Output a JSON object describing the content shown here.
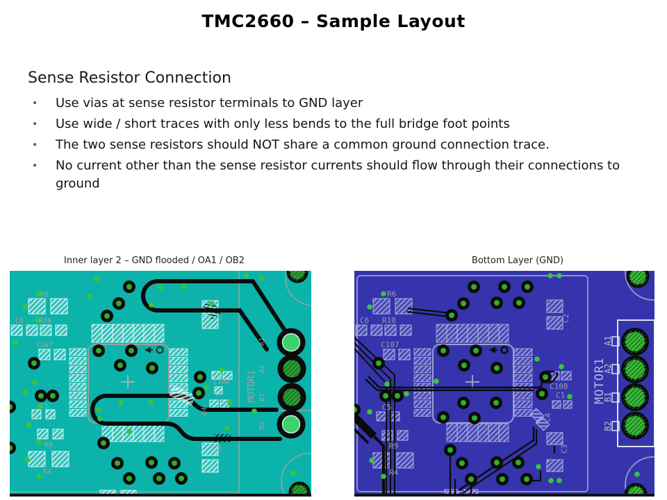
{
  "slide": {
    "title": "TMC2660 – Sample Layout",
    "heading": "Sense Resistor Connection",
    "bullet_glyph": "•",
    "bullets": [
      "Use vias at sense resistor terminals to GND layer",
      "Use wide / short traces with only less bends to the full bridge foot points",
      "The two sense resistors should NOT share a common ground connection trace.",
      "No current other than the sense resistor currents should flow through their connections to ground"
    ],
    "left_caption": "Inner layer 2 – GND flooded / OA1 / OB2",
    "right_caption": "Bottom Layer (GND)"
  },
  "pcb_labels": {
    "r6": "R6",
    "c6": "C6",
    "r10": "R10",
    "c107": "C107",
    "c5": "C5",
    "r9": "R9",
    "r4": "R4",
    "c2": "C2",
    "c108": "C108",
    "c1": "C1",
    "c4": "C4",
    "c3": "C3",
    "motor1": "MOTOR1",
    "a1": "A1",
    "a2": "A2",
    "b1": "B1",
    "b2": "B2"
  },
  "colors": {
    "inner_layer_bg": "#0cb3ab",
    "bottom_layer_bg": "#3534ac",
    "via_green": "#2fae2f",
    "pad_green_bright": "#3ed06a",
    "pad_green_dark": "#2f9e35",
    "trace_black": "#0b0b0b"
  }
}
